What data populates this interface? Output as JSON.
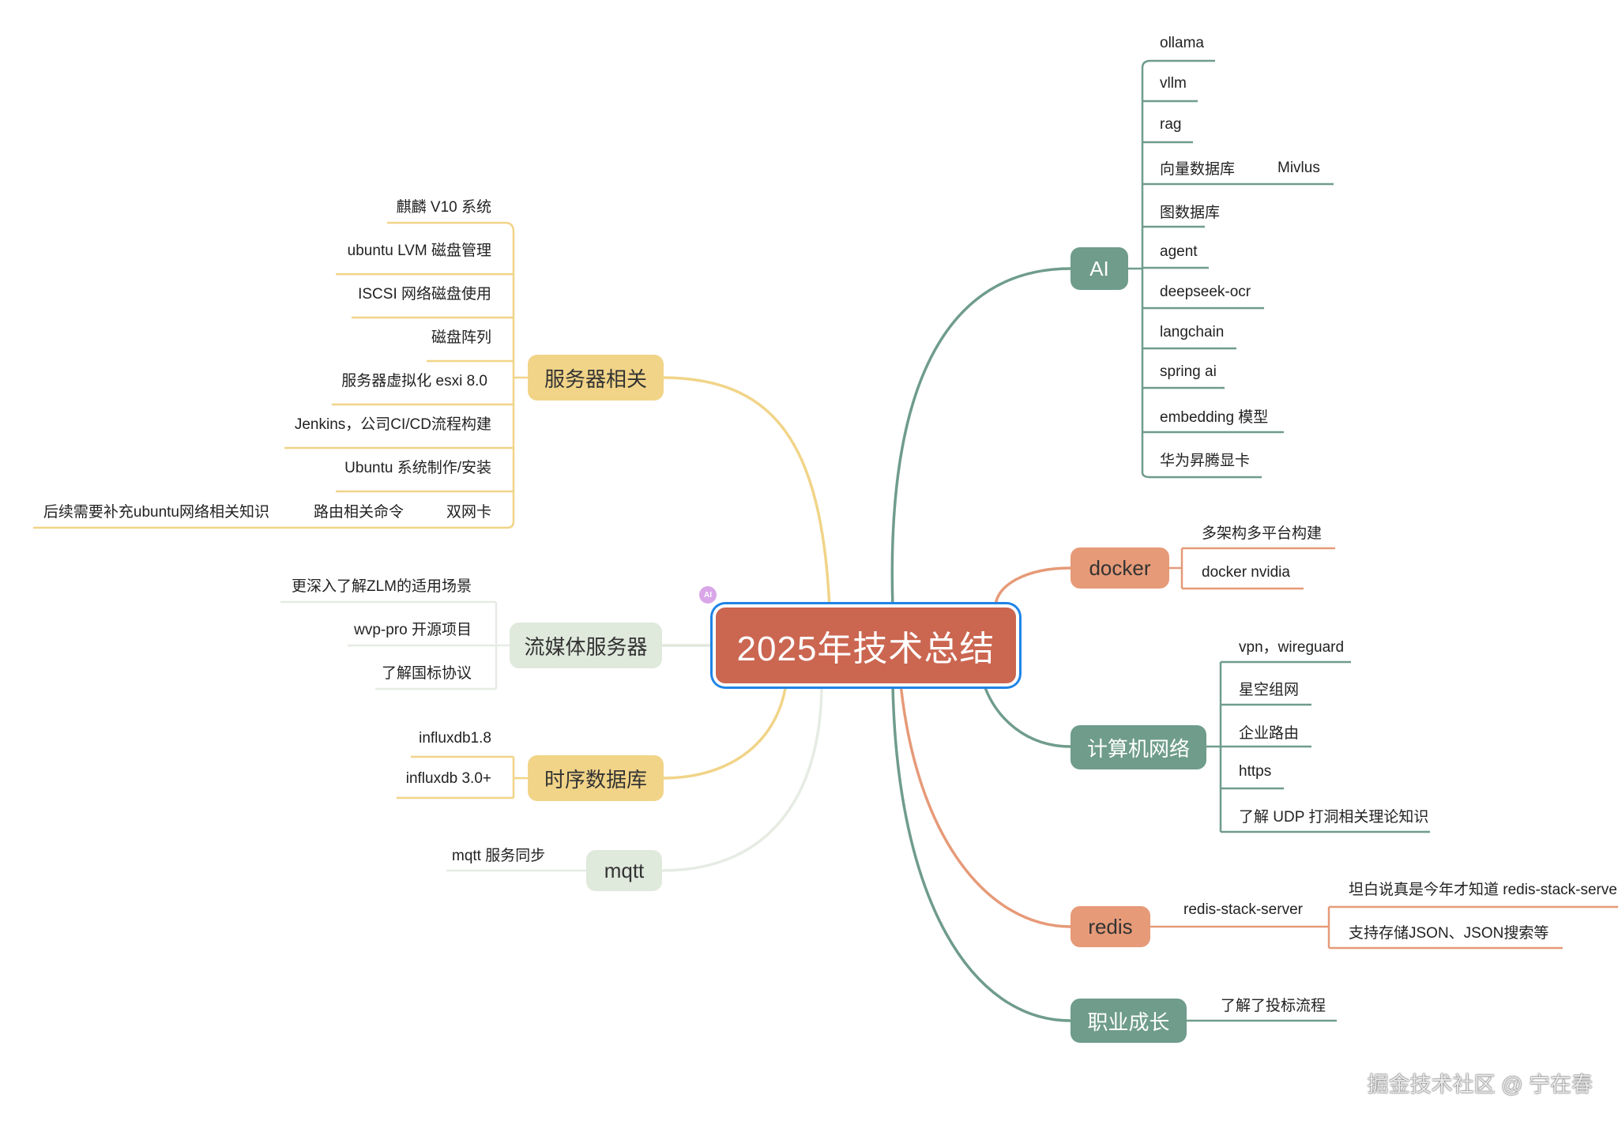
{
  "center": {
    "title": "2025年技术总结"
  },
  "branches": {
    "server": {
      "label": "服务器相关",
      "items": [
        "麒麟 V10 系统",
        "ubuntu LVM 磁盘管理",
        "ISCSI 网络磁盘使用",
        "磁盘阵列",
        "服务器虚拟化 esxi 8.0",
        "Jenkins，公司CI/CD流程构建",
        "Ubuntu 系统制作/安装",
        "双网卡"
      ],
      "sub": {
        "routing": "路由相关命令",
        "followup": "后续需要补充ubuntu网络相关知识"
      }
    },
    "media": {
      "label": "流媒体服务器",
      "items": [
        "更深入了解ZLM的适用场景",
        "wvp-pro 开源项目",
        "了解国标协议"
      ]
    },
    "tsdb": {
      "label": "时序数据库",
      "items": [
        "influxdb1.8",
        "influxdb 3.0+"
      ]
    },
    "mqtt": {
      "label": "mqtt",
      "items": [
        "mqtt 服务同步"
      ]
    },
    "ai": {
      "label": "AI",
      "items": [
        "ollama",
        "vllm",
        "rag",
        "向量数据库",
        "图数据库",
        "agent",
        "deepseek-ocr",
        "langchain",
        "spring ai",
        "embedding 模型",
        "华为昇腾显卡"
      ],
      "sub": {
        "vector": "Mivlus"
      }
    },
    "docker": {
      "label": "docker",
      "items": [
        "多架构多平台构建",
        "docker nvidia"
      ]
    },
    "network": {
      "label": "计算机网络",
      "items": [
        "vpn，wireguard",
        "星空组网",
        "企业路由",
        "https",
        "了解 UDP 打洞相关理论知识"
      ]
    },
    "redis": {
      "label": "redis",
      "items": [
        "redis-stack-server"
      ],
      "sub": [
        "坦白说真是今年才知道 redis-stack-server",
        "支持存储JSON、JSON搜索等"
      ]
    },
    "career": {
      "label": "职业成长",
      "items": [
        "了解了投标流程"
      ]
    }
  },
  "badge": {
    "ai_mark": "AI"
  },
  "watermark": "掘金技术社区 @ 宁在春",
  "colors": {
    "center": "#cb6651",
    "yellow": "#f1d488",
    "light_green": "#dfe9dc",
    "teal": "#6f9c8b",
    "orange": "#e69a78",
    "highlight": "#1f84e6"
  }
}
